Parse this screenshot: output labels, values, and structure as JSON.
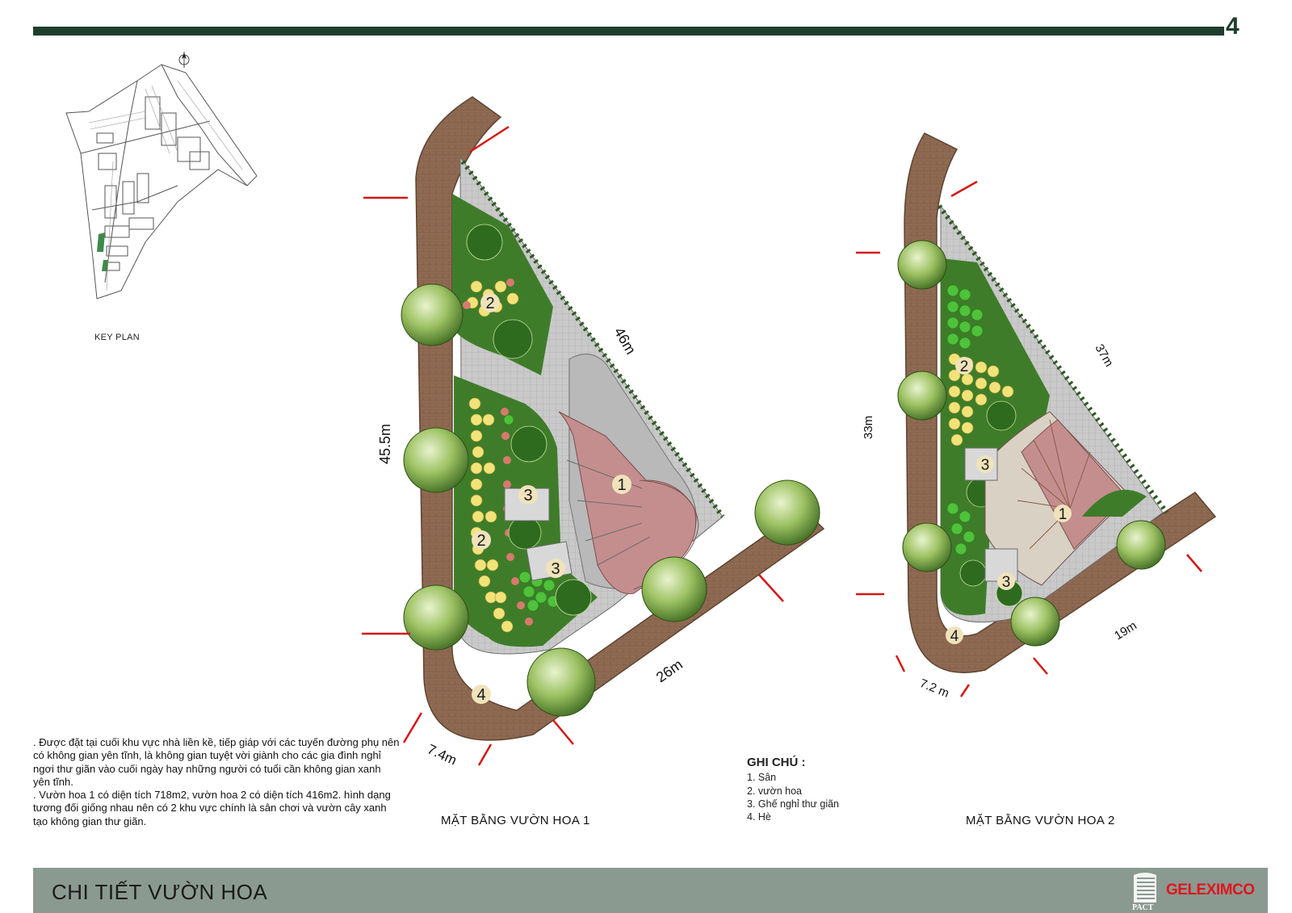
{
  "page_number": "4",
  "key_plan": {
    "label": "KEY PLAN"
  },
  "description": [
    ". Được đặt tại cuối khu vực nhà liền kề, tiếp giáp với các tuyến đường phụ nên có không gian yên tĩnh, là không gian tuyệt vời giành cho các gia đình nghỉ ngơi thư giãn vào cuối ngày hay những người có tuổi cần không gian xanh yên tĩnh.",
    ". Vườn hoa 1 có diện tích 718m2, vườn hoa 2 có diện tích 416m2. hình dạng tương đối giống nhau nên có 2 khu vực chính là sân chơi và vườn cây xanh tạo không gian thư giãn."
  ],
  "legend": {
    "title": "GHI CHÚ :",
    "items": [
      "1. Sân",
      "2. vườn hoa",
      "3. Ghế nghỉ thư giãn",
      "4. Hè"
    ]
  },
  "garden1": {
    "caption": "MẶT BẰNG VƯỜN HOA 1",
    "dims": {
      "top_side": "46m",
      "left_side": "45.5m",
      "bottom_side": "26m",
      "sidewalk": "7.4m"
    },
    "zone_labels": {
      "z1": "1",
      "z2a": "2",
      "z2b": "2",
      "z3a": "3",
      "z3b": "3",
      "z4": "4"
    }
  },
  "garden2": {
    "caption": "MẶT BẰNG VƯỜN HOA 2",
    "dims": {
      "top_side": "37m",
      "left_side": "33m",
      "bottom_side": "19m",
      "sidewalk": "7.2 m"
    },
    "zone_labels": {
      "z1": "1",
      "z2": "2",
      "z3a": "3",
      "z3b": "3",
      "z4": "4"
    }
  },
  "footer": {
    "title": "CHI TIẾT VƯỜN HOA",
    "brand": "GELEXIMCO",
    "logo_text": "PACT"
  },
  "colors": {
    "dark_green_bar": "#1f3d2e",
    "footer_gray": "#8b9a91",
    "sidewalk_brown": "#8f6a52",
    "plaza_pink": "#c58e8e",
    "plaza_gray": "#b9b9b9",
    "brand_red": "#e0141e",
    "section_cut_red": "#d51616"
  }
}
